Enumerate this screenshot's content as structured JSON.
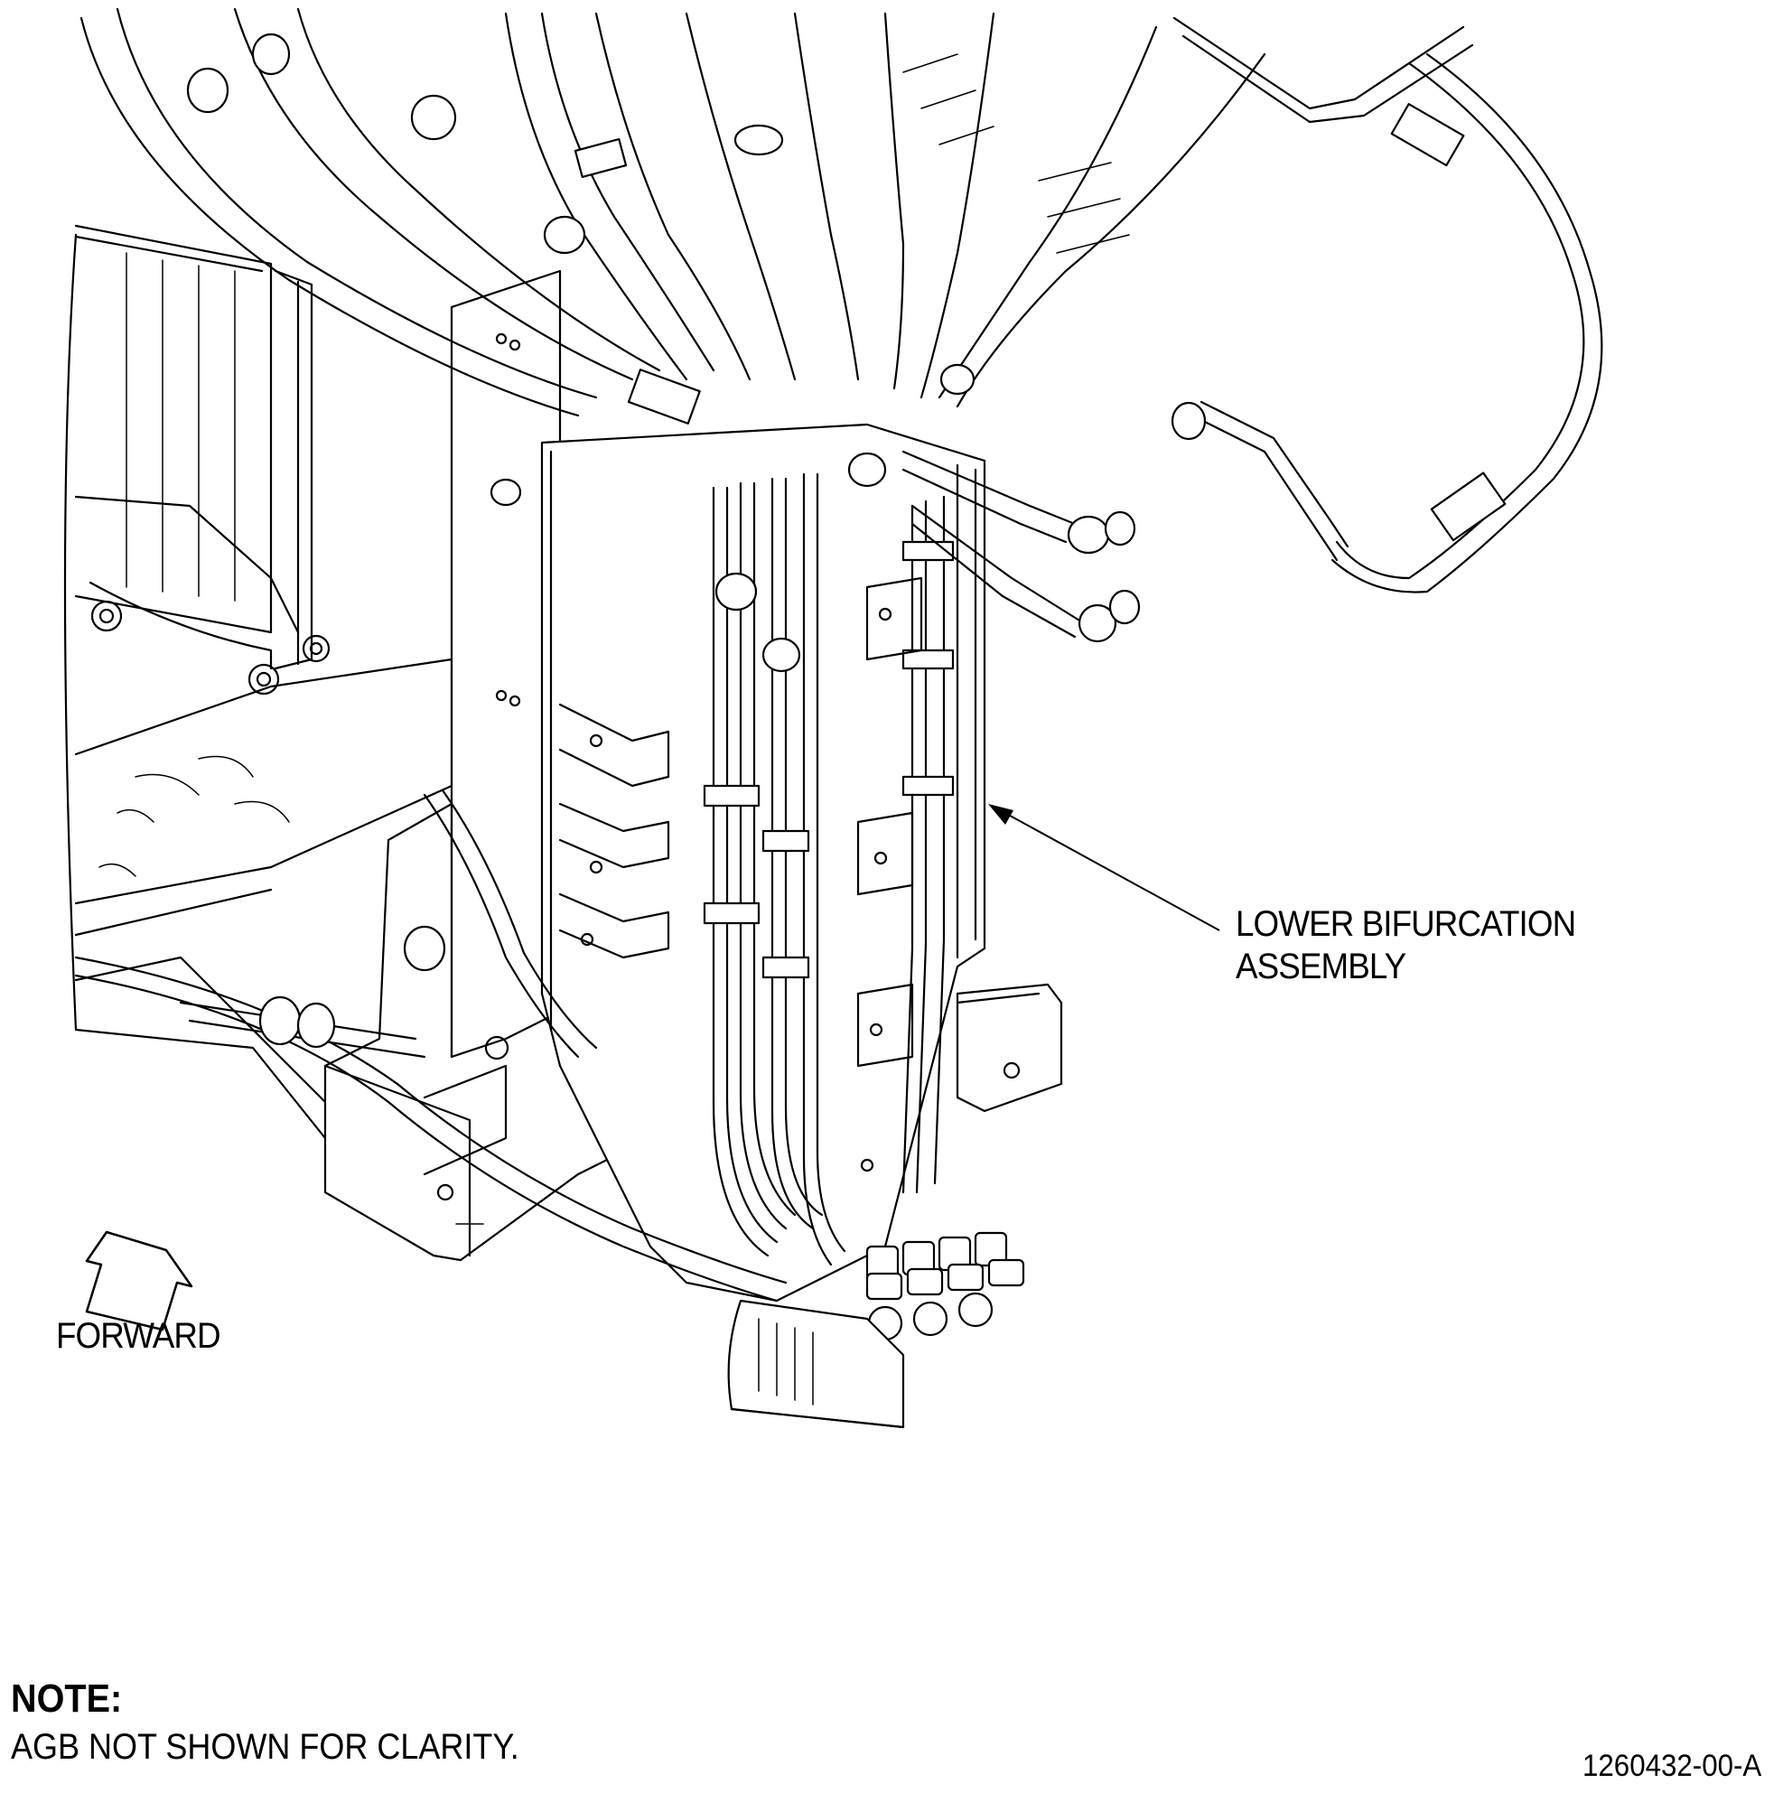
{
  "callouts": {
    "lower_bifurcation_line1": "LOWER BIFURCATION",
    "lower_bifurcation_line2": "ASSEMBLY",
    "forward": "FORWARD"
  },
  "note": {
    "title": "NOTE:",
    "text": "AGB NOT SHOWN FOR CLARITY."
  },
  "figure_id": "1260432-00-A"
}
